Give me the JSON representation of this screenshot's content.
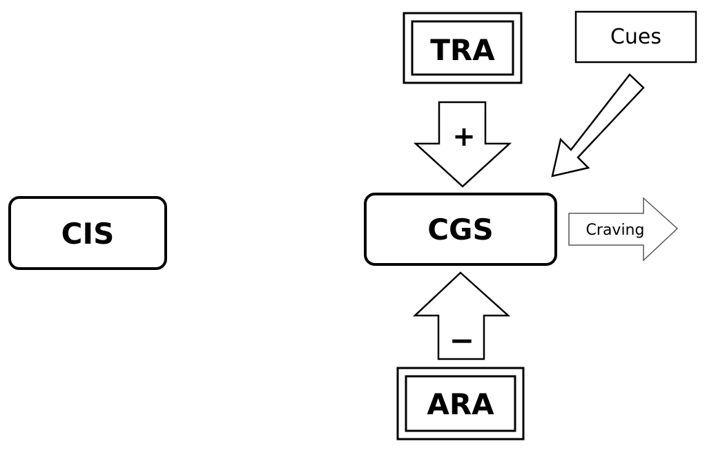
{
  "diagram": {
    "nodes": {
      "cis": "CIS",
      "cgs": "CGS",
      "tra": "TRA",
      "ara": "ARA",
      "cues": "Cues"
    },
    "signs": {
      "tra_to_cgs": "+",
      "ara_to_cgs": "−"
    },
    "output_label": "Craving"
  }
}
